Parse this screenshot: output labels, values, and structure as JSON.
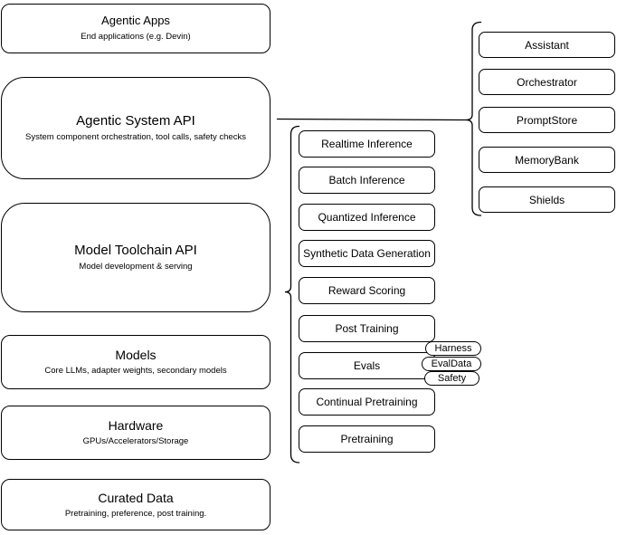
{
  "stack": {
    "layers": [
      {
        "title": "Agentic Apps",
        "subtitle": "End applications (e.g. Devin)"
      },
      {
        "title": "Agentic System API",
        "subtitle": "System component orchestration, tool calls, safety checks"
      },
      {
        "title": "Model Toolchain API",
        "subtitle": "Model development & serving"
      },
      {
        "title": "Models",
        "subtitle": "Core LLMs, adapter weights, secondary models"
      },
      {
        "title": "Hardware",
        "subtitle": "GPUs/Accelerators/Storage"
      },
      {
        "title": "Curated Data",
        "subtitle": "Pretraining, preference, post training."
      }
    ]
  },
  "toolchain": {
    "items": [
      "Realtime Inference",
      "Batch Inference",
      "Quantized Inference",
      "Synthetic Data Generation",
      "Reward Scoring",
      "Post Training",
      "Evals",
      "Continual Pretraining",
      "Pretraining"
    ]
  },
  "evals_tags": [
    "Harness",
    "EvalData",
    "Safety"
  ],
  "components": {
    "items": [
      "Assistant",
      "Orchestrator",
      "PromptStore",
      "MemoryBank",
      "Shields"
    ]
  },
  "colors": {
    "background": "#ffffff",
    "fill": "#ffffff",
    "stroke": "#000000",
    "text": "#000000"
  }
}
